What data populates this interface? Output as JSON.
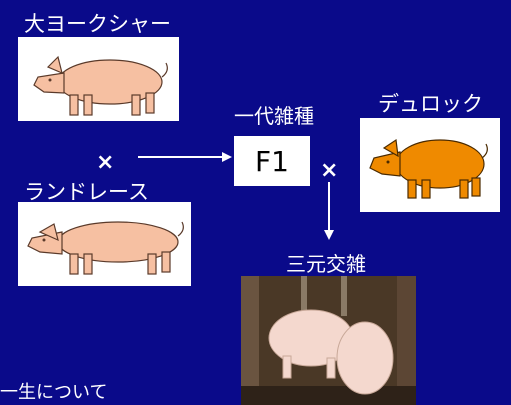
{
  "breeds": {
    "large_white": "大ヨークシャー",
    "landrace": "ランドレース",
    "duroc": "デュロック"
  },
  "hybrid": {
    "label": "一代雑種",
    "code": "F1"
  },
  "three_way": {
    "label": "三元交雑"
  },
  "cross_symbol": "×",
  "footer_text": "一生について",
  "colors": {
    "background": "#0a0a8a",
    "pink_pig": "#f6c0a2",
    "duroc_pig": "#ef8a00",
    "text": "#ffffff"
  }
}
